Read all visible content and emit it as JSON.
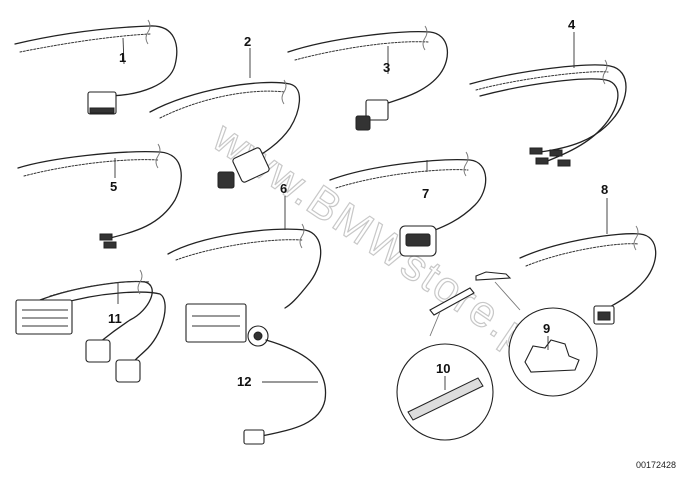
{
  "callouts": [
    {
      "id": "1",
      "label": "1"
    },
    {
      "id": "2",
      "label": "2"
    },
    {
      "id": "3",
      "label": "3"
    },
    {
      "id": "4",
      "label": "4"
    },
    {
      "id": "5",
      "label": "5"
    },
    {
      "id": "6",
      "label": "6"
    },
    {
      "id": "7",
      "label": "7"
    },
    {
      "id": "8",
      "label": "8"
    },
    {
      "id": "9",
      "label": "9"
    },
    {
      "id": "10",
      "label": "10"
    },
    {
      "id": "11",
      "label": "11"
    },
    {
      "id": "12",
      "label": "12"
    }
  ],
  "watermark": "www.BMWstore.pl",
  "diagram_id": "00172428",
  "colors": {
    "line": "#222222",
    "watermark": "#c8c8c8",
    "background": "#ffffff"
  }
}
